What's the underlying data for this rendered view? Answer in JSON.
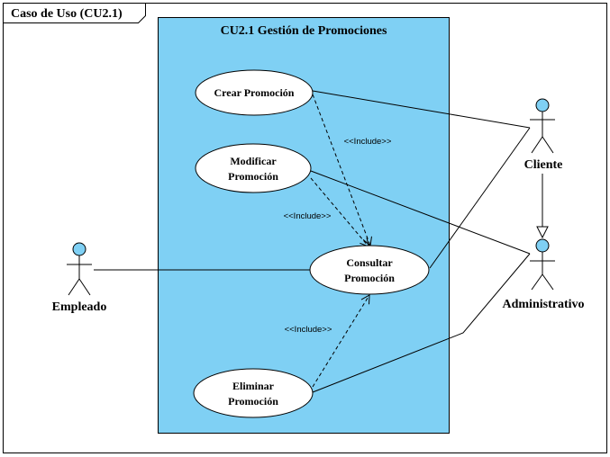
{
  "frame": {
    "title": "Caso de Uso (CU2.1)"
  },
  "system": {
    "title": "CU2.1 Gestión de Promociones",
    "fill": "#7fd0f4"
  },
  "actors": {
    "cliente": {
      "label": "Cliente"
    },
    "administrativo": {
      "label": "Administrativo"
    },
    "empleado": {
      "label": "Empleado"
    }
  },
  "use_cases": {
    "crear": {
      "lines": [
        "Crear Promoción"
      ]
    },
    "modificar": {
      "lines": [
        "Modificar",
        "Promoción"
      ]
    },
    "consultar": {
      "lines": [
        "Consultar",
        "Promoción"
      ]
    },
    "eliminar": {
      "lines": [
        "Eliminar",
        "Promoción"
      ]
    }
  },
  "relations": {
    "include_label": "<<Include>>"
  },
  "colors": {
    "actor_head": "#7fd0f4",
    "line": "#000000",
    "use_case_fill": "#ffffff"
  }
}
